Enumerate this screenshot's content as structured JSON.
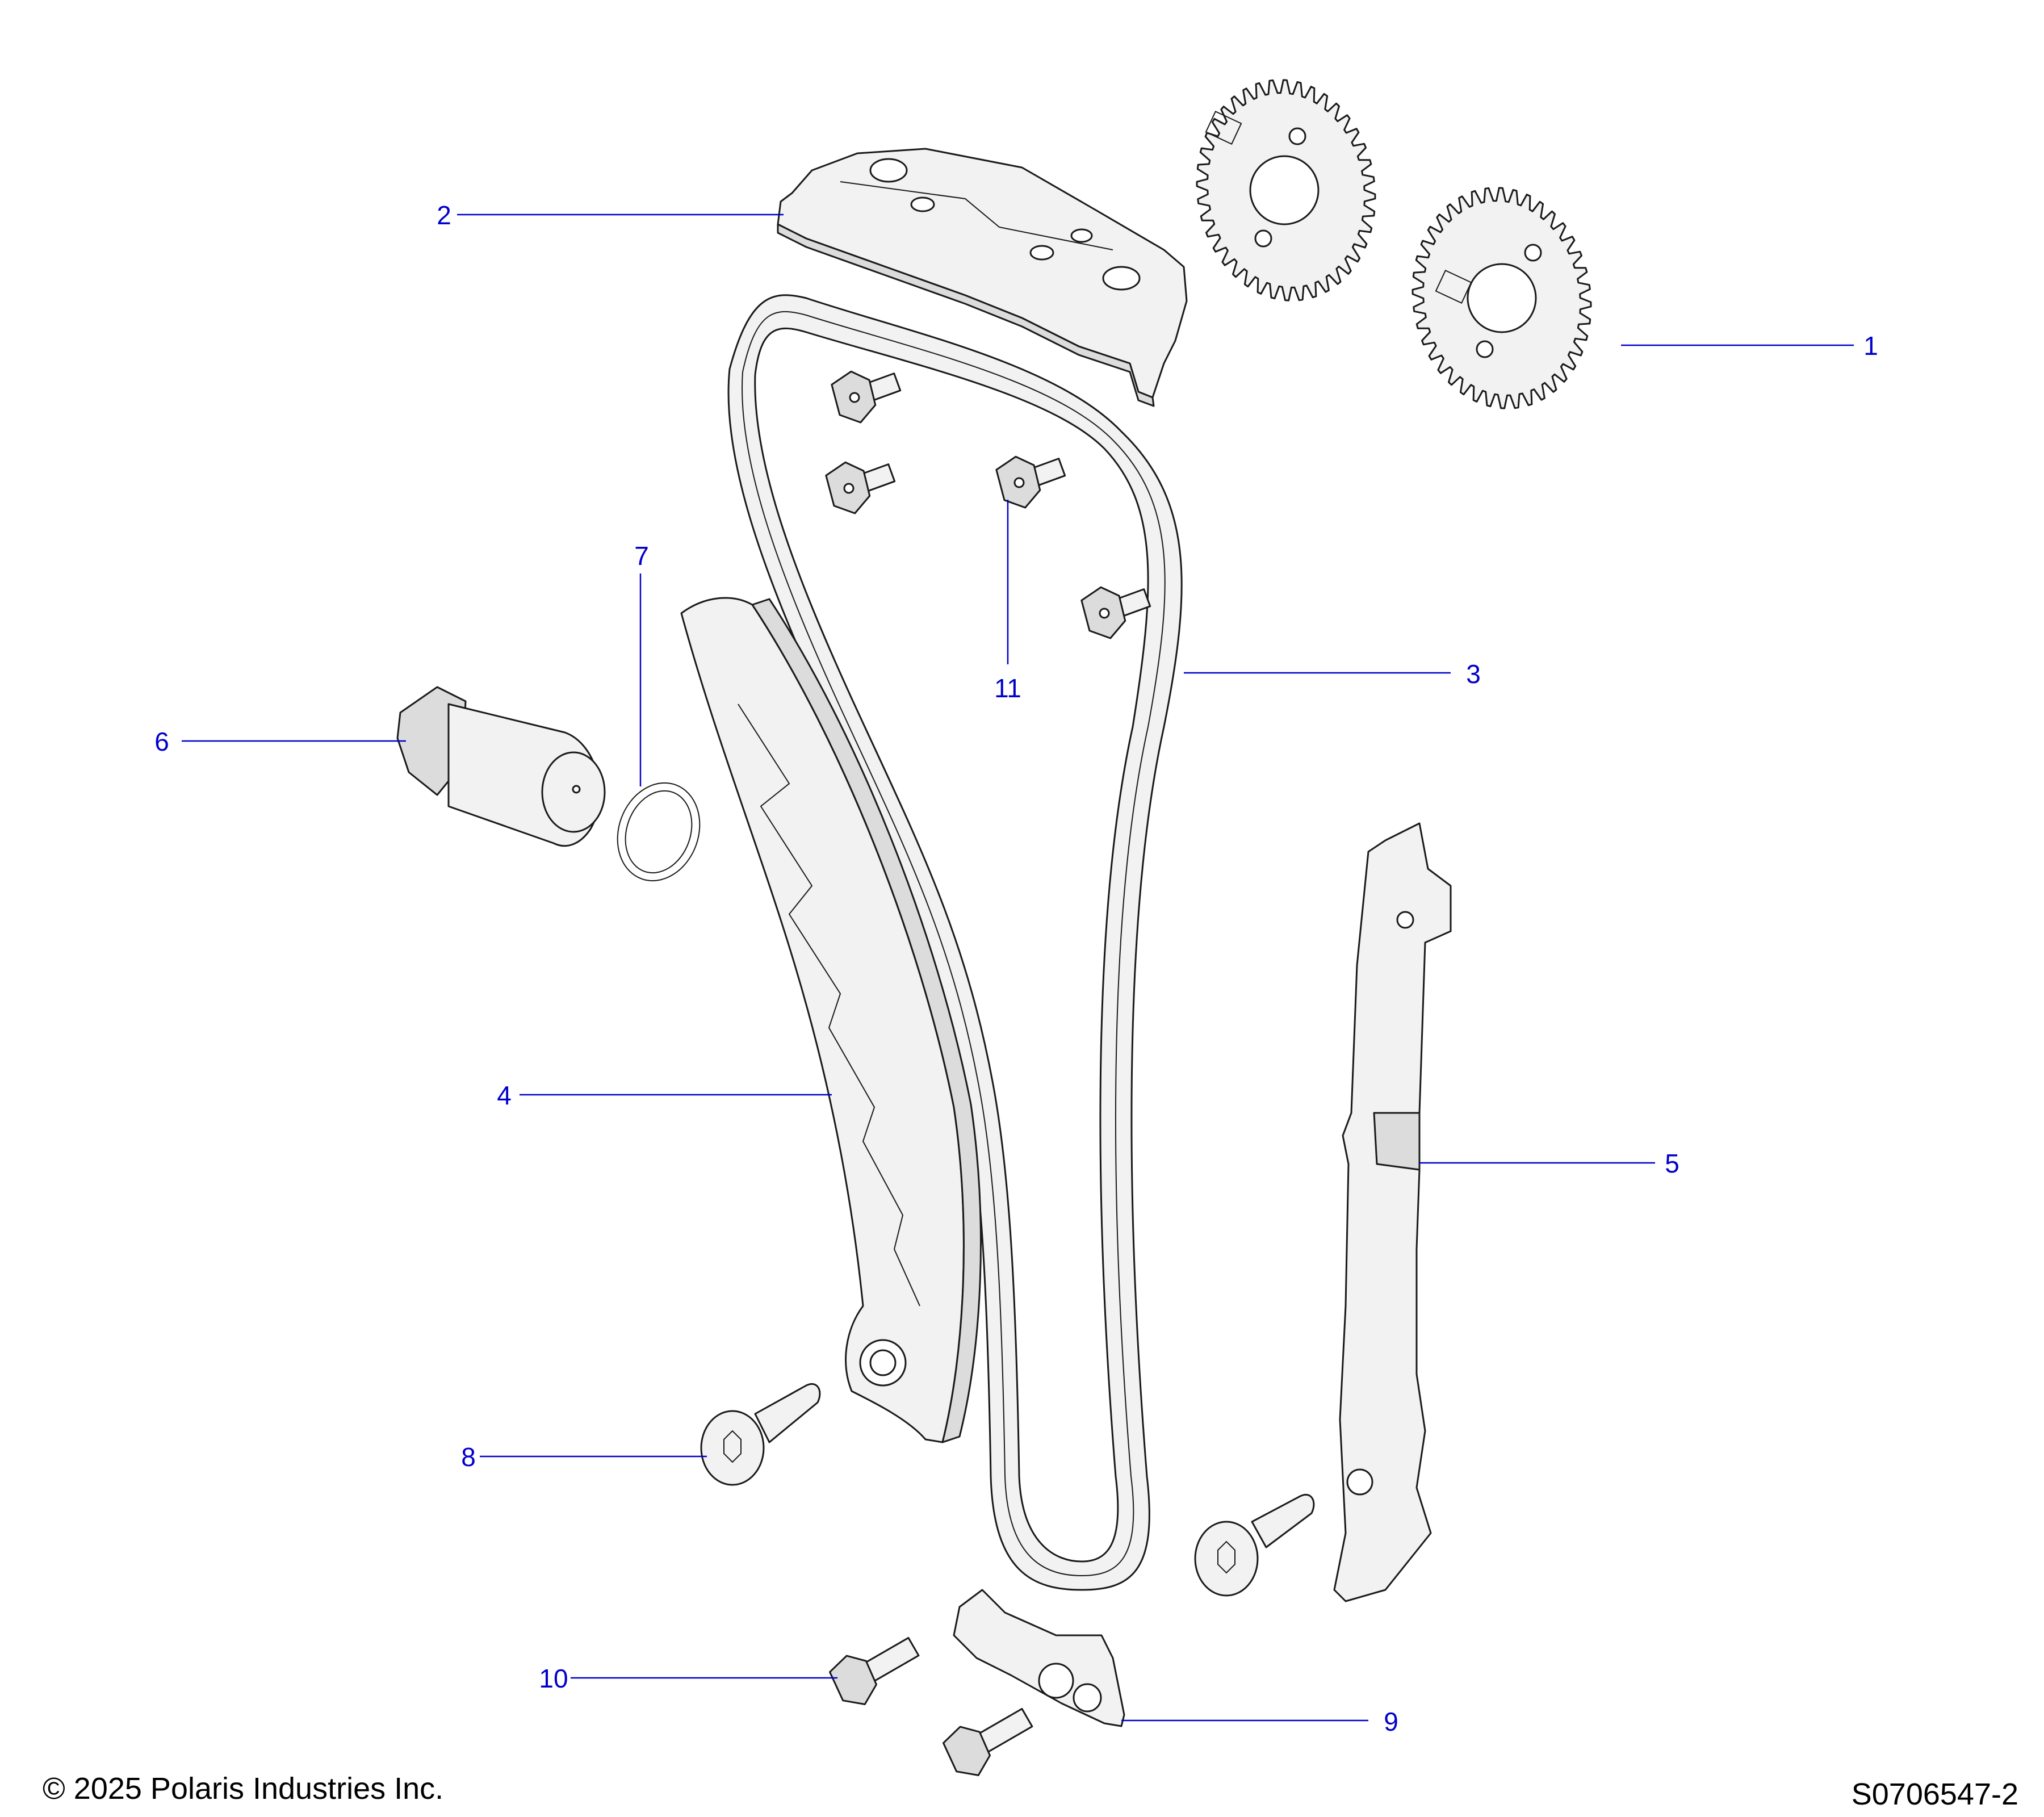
{
  "colors": {
    "callout": "#0000cc",
    "line": "#1a1a1a",
    "part_fill": "#f2f2f2",
    "part_shade": "#dcdcdc"
  },
  "callouts": [
    "1",
    "2",
    "3",
    "4",
    "5",
    "6",
    "7",
    "8",
    "9",
    "10",
    "11"
  ],
  "parts": [
    {
      "callout": "1",
      "icon": "sprocket-icon"
    },
    {
      "callout": "2",
      "icon": "chain-guide-top-icon"
    },
    {
      "callout": "3",
      "icon": "timing-chain-icon"
    },
    {
      "callout": "4",
      "icon": "tensioner-guide-icon"
    },
    {
      "callout": "5",
      "icon": "fixed-guide-icon"
    },
    {
      "callout": "6",
      "icon": "tensioner-icon"
    },
    {
      "callout": "7",
      "icon": "o-ring-icon"
    },
    {
      "callout": "8",
      "icon": "pivot-bolt-icon"
    },
    {
      "callout": "9",
      "icon": "lower-guide-icon"
    },
    {
      "callout": "10",
      "icon": "flange-bolt-icon"
    },
    {
      "callout": "11",
      "icon": "flange-bolt-icon"
    }
  ],
  "footer": {
    "copyright": "© 2025 Polaris Industries Inc.",
    "diagram_id": "S0706547-2"
  }
}
